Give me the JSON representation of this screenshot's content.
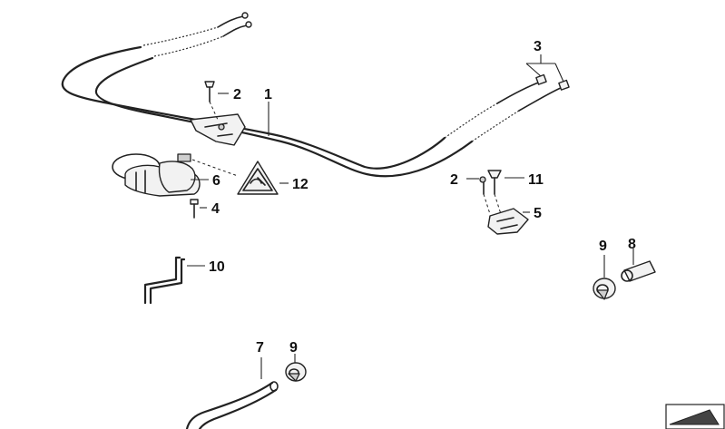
{
  "callouts": {
    "c1": "1",
    "c2a": "2",
    "c2b": "2",
    "c3": "3",
    "c4": "4",
    "c5": "5",
    "c6": "6",
    "c7": "7",
    "c8": "8",
    "c9a": "9",
    "c9b": "9",
    "c10": "10",
    "c11": "11",
    "c12": "12"
  },
  "colors": {
    "line": "#222222",
    "background": "#ffffff"
  },
  "icons": {
    "warning": "hand-warning-triangle-icon",
    "catalog": "catalog-corner-icon"
  }
}
